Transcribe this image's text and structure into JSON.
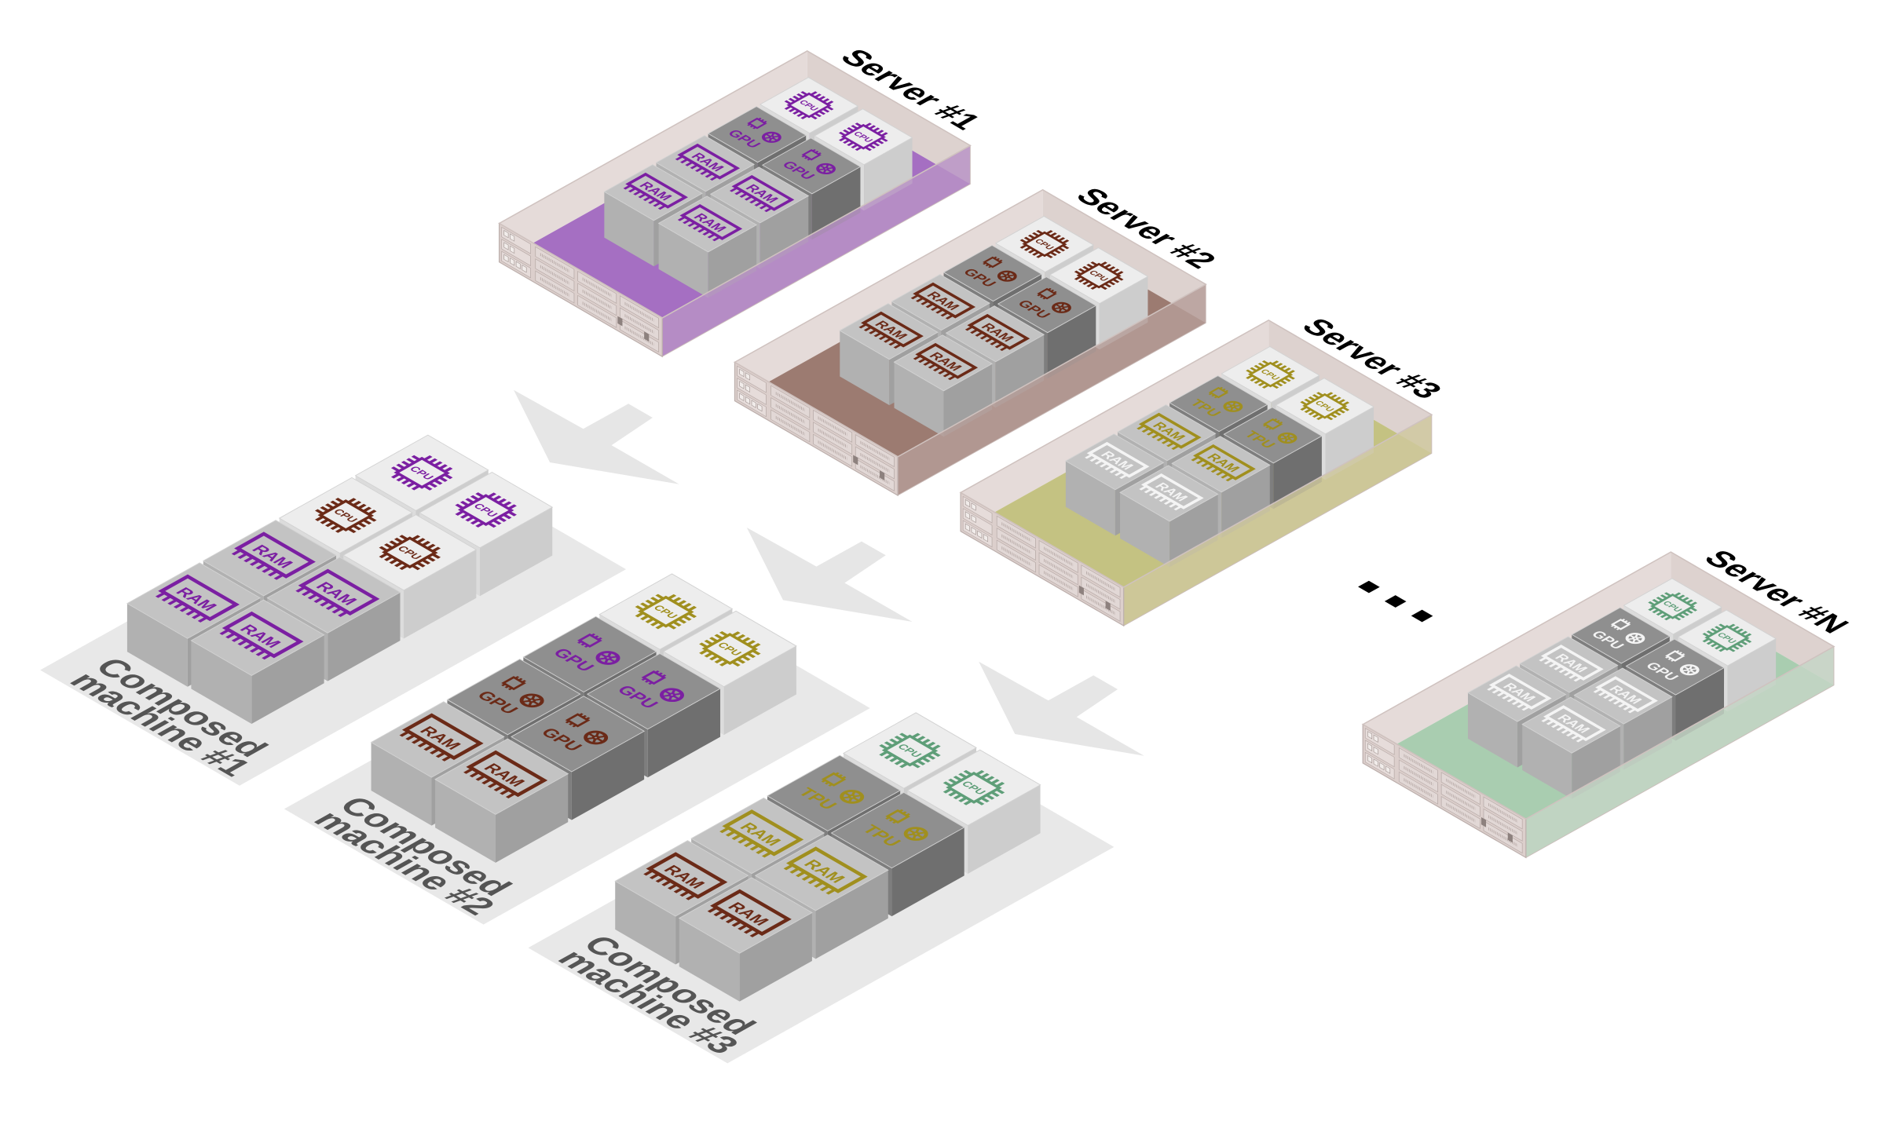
{
  "palette": {
    "purple": "#7b1fa2",
    "brown": "#6b2a17",
    "olive": "#a08f1e",
    "green": "#5e9e78",
    "white": "#f4f4f4"
  },
  "servers": [
    {
      "label": "Server #1",
      "floor_color": "#a56fc2",
      "front_tint": "#b893c6",
      "chips": [
        [
          {
            "type": "RAM",
            "color": "purple"
          },
          {
            "type": "RAM",
            "color": "purple"
          },
          {
            "type": "GPU",
            "color": "purple"
          },
          {
            "type": "CPU",
            "color": "purple"
          }
        ],
        [
          {
            "type": "RAM",
            "color": "purple"
          },
          {
            "type": "RAM",
            "color": "purple"
          },
          {
            "type": "GPU",
            "color": "purple"
          },
          {
            "type": "CPU",
            "color": "purple"
          }
        ]
      ]
    },
    {
      "label": "Server #2",
      "floor_color": "#9c7b71",
      "front_tint": "#b69e98",
      "chips": [
        [
          {
            "type": "RAM",
            "color": "brown"
          },
          {
            "type": "RAM",
            "color": "brown"
          },
          {
            "type": "GPU",
            "color": "brown"
          },
          {
            "type": "CPU",
            "color": "brown"
          }
        ],
        [
          {
            "type": "RAM",
            "color": "brown"
          },
          {
            "type": "RAM",
            "color": "brown"
          },
          {
            "type": "GPU",
            "color": "brown"
          },
          {
            "type": "CPU",
            "color": "brown"
          }
        ]
      ]
    },
    {
      "label": "Server #3",
      "floor_color": "#c4c282",
      "front_tint": "#d0c89e",
      "chips": [
        [
          {
            "type": "RAM",
            "color": "white"
          },
          {
            "type": "RAM",
            "color": "olive"
          },
          {
            "type": "TPU",
            "color": "olive"
          },
          {
            "type": "CPU",
            "color": "olive"
          }
        ],
        [
          {
            "type": "RAM",
            "color": "white"
          },
          {
            "type": "RAM",
            "color": "olive"
          },
          {
            "type": "TPU",
            "color": "olive"
          },
          {
            "type": "CPU",
            "color": "olive"
          }
        ]
      ]
    },
    {
      "label": "Server #N",
      "floor_color": "#a9cdb0",
      "front_tint": "#c5d6c6",
      "chips": [
        [
          {
            "type": "RAM",
            "color": "white"
          },
          {
            "type": "RAM",
            "color": "white"
          },
          {
            "type": "GPU",
            "color": "white"
          },
          {
            "type": "CPU",
            "color": "green"
          }
        ],
        [
          {
            "type": "RAM",
            "color": "white"
          },
          {
            "type": "RAM",
            "color": "white"
          },
          {
            "type": "GPU",
            "color": "white"
          },
          {
            "type": "CPU",
            "color": "green"
          }
        ]
      ]
    }
  ],
  "machines": [
    {
      "label_line1": "Composed",
      "label_line2": "machine #1",
      "chips": [
        [
          {
            "type": "RAM",
            "color": "purple"
          },
          {
            "type": "RAM",
            "color": "purple"
          },
          {
            "type": "CPU",
            "color": "brown"
          },
          {
            "type": "CPU",
            "color": "purple"
          }
        ],
        [
          {
            "type": "RAM",
            "color": "purple"
          },
          {
            "type": "RAM",
            "color": "purple"
          },
          {
            "type": "CPU",
            "color": "brown"
          },
          {
            "type": "CPU",
            "color": "purple"
          }
        ]
      ]
    },
    {
      "label_line1": "Composed",
      "label_line2": "machine #2",
      "chips": [
        [
          {
            "type": "RAM",
            "color": "brown"
          },
          {
            "type": "GPU",
            "color": "brown"
          },
          {
            "type": "GPU",
            "color": "purple"
          },
          {
            "type": "CPU",
            "color": "olive"
          }
        ],
        [
          {
            "type": "RAM",
            "color": "brown"
          },
          {
            "type": "GPU",
            "color": "brown"
          },
          {
            "type": "GPU",
            "color": "purple"
          },
          {
            "type": "CPU",
            "color": "olive"
          }
        ]
      ]
    },
    {
      "label_line1": "Composed",
      "label_line2": "machine #3",
      "chips": [
        [
          {
            "type": "RAM",
            "color": "brown"
          },
          {
            "type": "RAM",
            "color": "olive"
          },
          {
            "type": "TPU",
            "color": "olive"
          },
          {
            "type": "CPU",
            "color": "green"
          }
        ],
        [
          {
            "type": "RAM",
            "color": "brown"
          },
          {
            "type": "RAM",
            "color": "olive"
          },
          {
            "type": "TPU",
            "color": "olive"
          },
          {
            "type": "CPU",
            "color": "green"
          }
        ]
      ]
    }
  ],
  "arrow_color": "#e6e6e6",
  "ellipsis_icon": "three-squares"
}
